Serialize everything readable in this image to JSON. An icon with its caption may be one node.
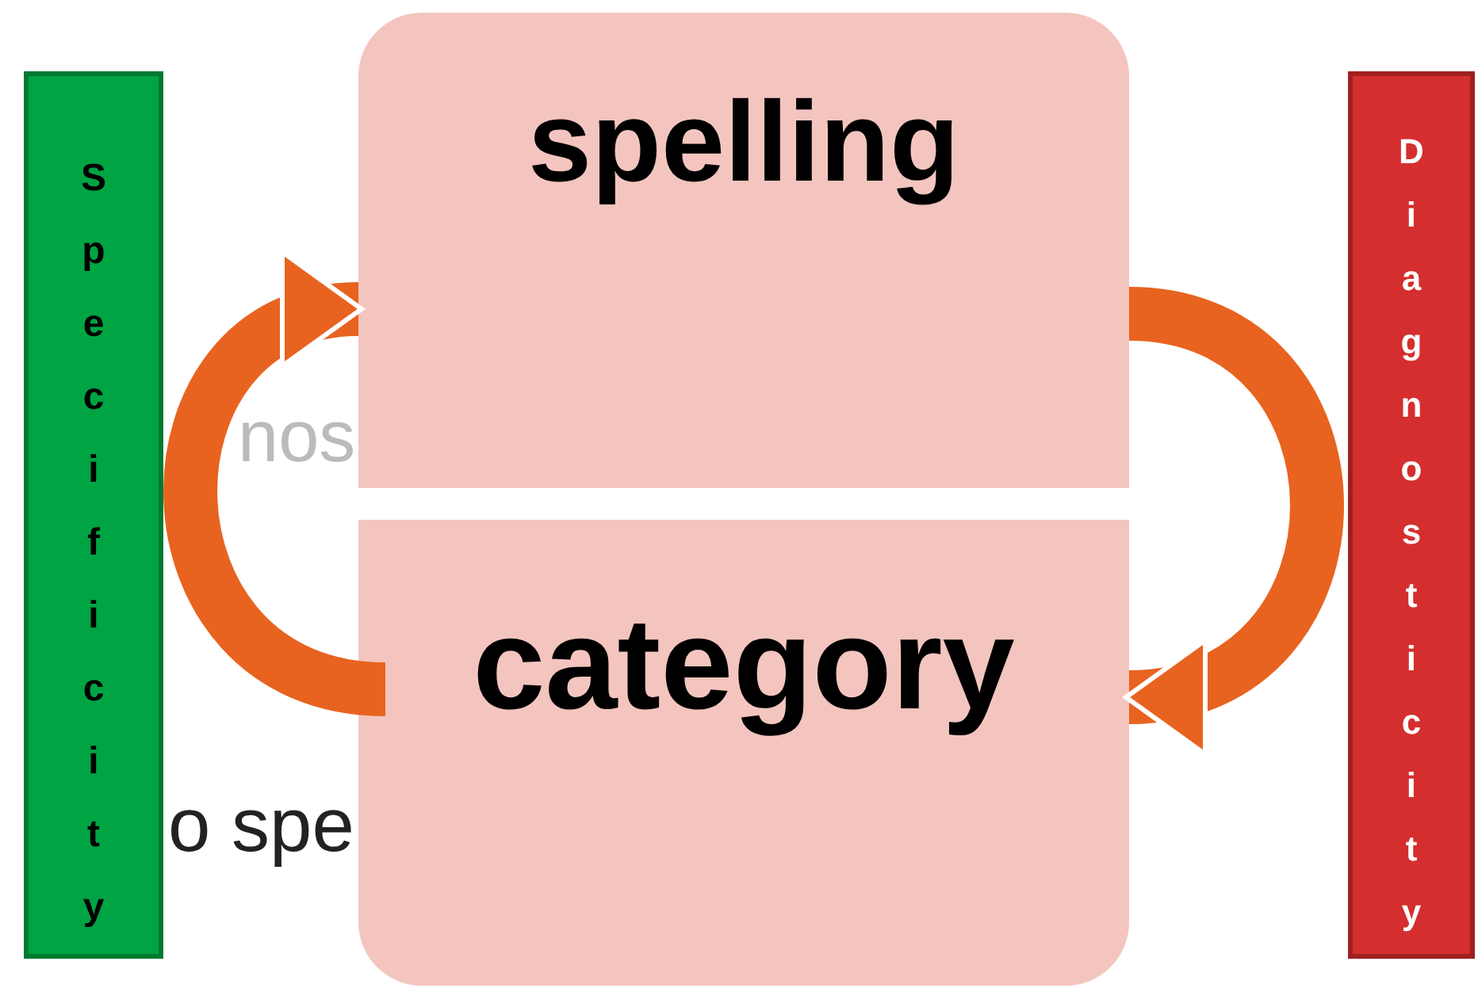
{
  "diagram": {
    "nodes": [
      {
        "text": [
          "Specificity"
        ]
      },
      {
        "text": [
          "spelling"
        ]
      },
      {
        "text": [
          "category"
        ]
      },
      {
        "text": [
          "Diagnosticity"
        ]
      }
    ],
    "edges": [
      {
        "from": 2,
        "to": 1,
        "arrow": "to"
      },
      {
        "from": 1,
        "to": 2,
        "arrow": "to"
      }
    ],
    "labels": [
      "nos",
      "o spe"
    ]
  }
}
